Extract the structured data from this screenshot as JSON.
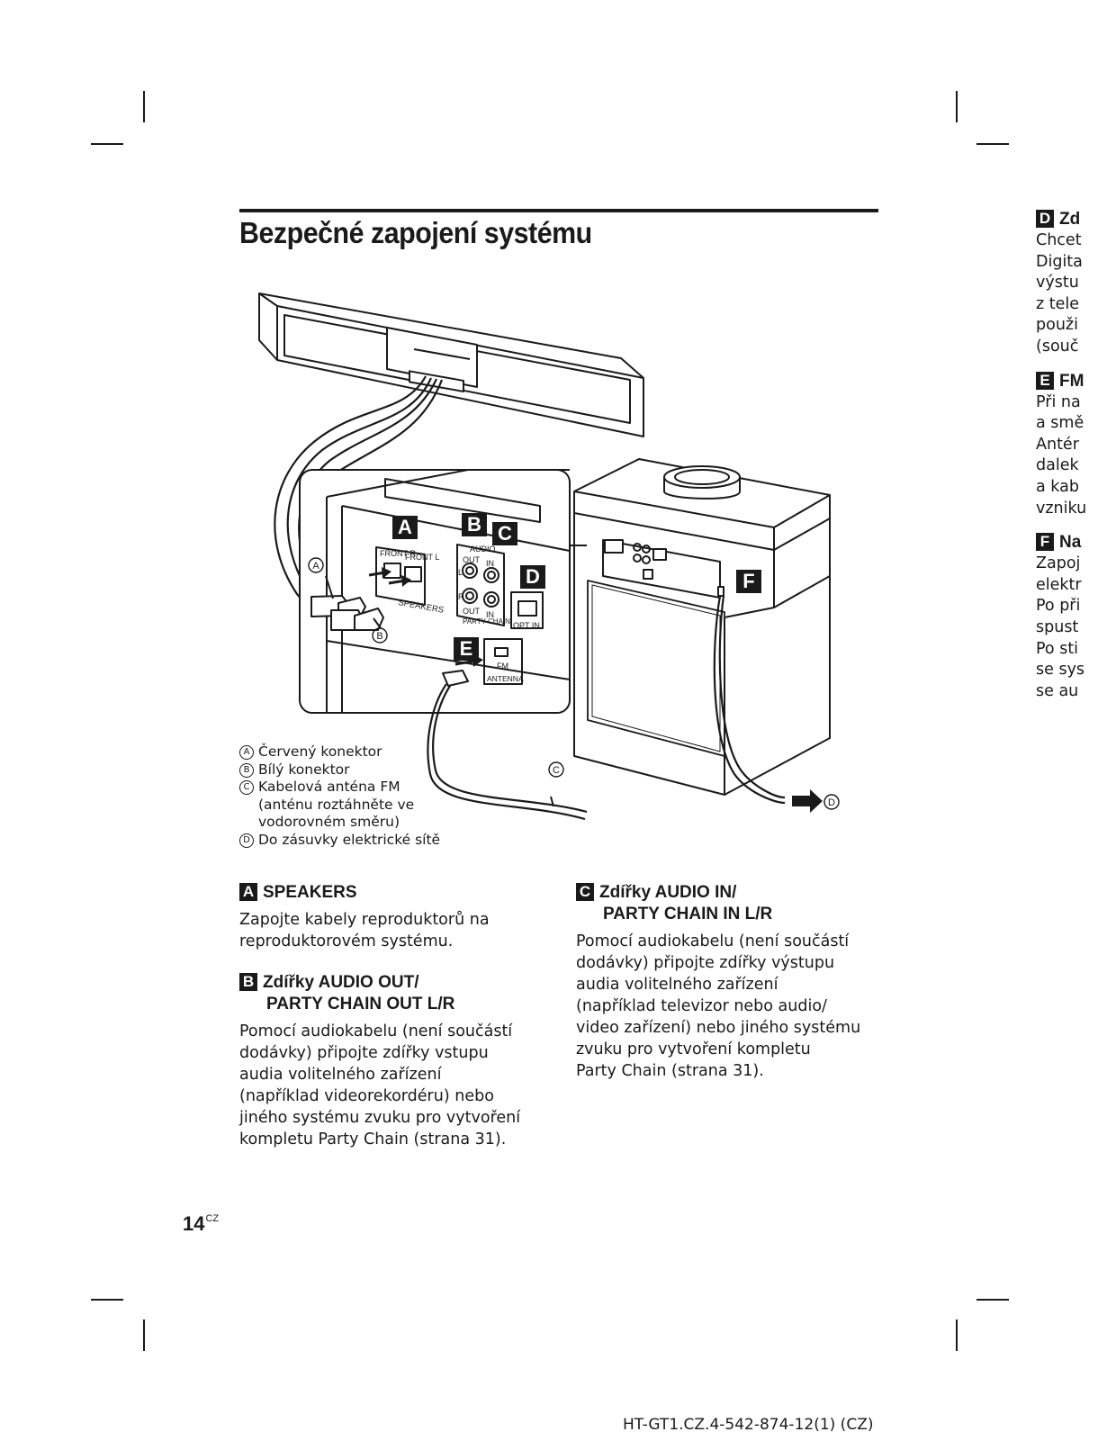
{
  "page": {
    "title": "Bezpečné zapojení systému",
    "page_number": "14",
    "page_number_suffix": "CZ",
    "footer_code": "HT-GT1.CZ.4-542-874-12(1) (CZ)"
  },
  "figure": {
    "callouts": {
      "A": "A",
      "B": "B",
      "C": "C",
      "D": "D",
      "E": "E",
      "F": "F"
    },
    "panel_labels": {
      "front_r": "FRONT R",
      "front_l": "FRONT L",
      "speakers": "SPEAKERS",
      "audio": "AUDIO",
      "out": "OUT",
      "in": "IN",
      "l": "L",
      "r": "R",
      "party_chain": "PARTY CHAIN",
      "opt_in": "OPT IN",
      "fm": "FM",
      "antenna": "ANTENNA"
    },
    "connector_marks": {
      "a": "A",
      "b": "B",
      "c": "C",
      "d": "D"
    }
  },
  "legend": [
    {
      "mark": "A",
      "text": "Červený konektor"
    },
    {
      "mark": "B",
      "text": "Bílý konektor"
    },
    {
      "mark": "C",
      "text": "Kabelová anténa FM\n(anténu roztáhněte ve\nvodorovném směru)"
    },
    {
      "mark": "D",
      "text": "Do zásuvky elektrické sítě"
    }
  ],
  "sections": {
    "a": {
      "label": "A",
      "heading_line1": "SPEAKERS",
      "heading_line2": "",
      "body": "Zapojte kabely reproduktorů na\nreproduktorovém systému."
    },
    "b": {
      "label": "B",
      "heading_line1": "Zdířky AUDIO OUT/",
      "heading_line2": "PARTY CHAIN OUT L/R",
      "body": "Pomocí audiokabelu (není součástí\ndodávky) připojte zdířky vstupu\naudia volitelného zařízení\n(například videorekordéru) nebo\njiného systému zvuku pro vytvoření\nkompletu Party Chain (strana 31)."
    },
    "c": {
      "label": "C",
      "heading_line1": "Zdířky AUDIO IN/",
      "heading_line2": "PARTY CHAIN IN L/R",
      "body": "Pomocí audiokabelu (není součástí\ndodávky) připojte zdířky výstupu\naudia volitelného zařízení\n(například televizor nebo audio/\nvideo zařízení) nebo jiného systému\nzvuku pro vytvoření kompletu\nParty Chain (strana 31)."
    }
  },
  "right_column": {
    "d": {
      "label": "D",
      "heading": "Zd",
      "body": "Chcet\nDigita\nvýstu\nz tele\npouži\n(souč"
    },
    "e": {
      "label": "E",
      "heading": "FM",
      "body": "Při na\na smě\nAntér\ndalek\na kab\nvzniku"
    },
    "f": {
      "label": "F",
      "heading": "Na",
      "body": "Zapoj\nelektr\nPo při\nspust\nPo sti\nse sys\nse au"
    }
  }
}
